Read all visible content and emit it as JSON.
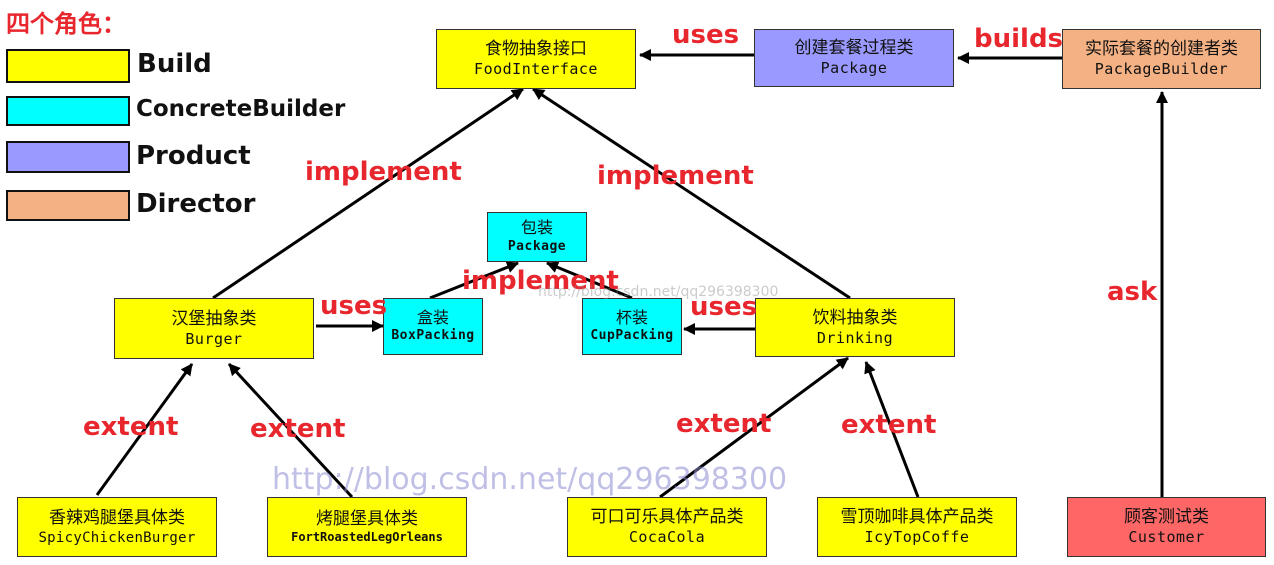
{
  "legend": {
    "title": "四个角色：",
    "items": [
      {
        "label": "Build",
        "color": "#ffff00"
      },
      {
        "label": "ConcreteBuilder",
        "color": "#00ffff"
      },
      {
        "label": "Product",
        "color": "#9999ff"
      },
      {
        "label": "Director",
        "color": "#f4b183"
      }
    ]
  },
  "nodes": {
    "food_interface": {
      "zh": "食物抽象接口",
      "en": "FoodInterface"
    },
    "package_process": {
      "zh": "创建套餐过程类",
      "en": "Package"
    },
    "package_builder": {
      "zh": "实际套餐的创建者类",
      "en": "PackageBuilder"
    },
    "package_wrap": {
      "zh": "包装",
      "en": "Package"
    },
    "burger": {
      "zh": "汉堡抽象类",
      "en": "Burger"
    },
    "box_packing": {
      "zh": "盒装",
      "en": "BoxPacking"
    },
    "cup_packing": {
      "zh": "杯装",
      "en": "CupPacking"
    },
    "drinking": {
      "zh": "饮料抽象类",
      "en": "Drinking"
    },
    "spicy_chicken": {
      "zh": "香辣鸡腿堡具体类",
      "en": "SpicyChickenBurger"
    },
    "fort_roasted": {
      "zh": "烤腿堡具体类",
      "en": "FortRoastedLegOrleans"
    },
    "coca_cola": {
      "zh": "可口可乐具体产品类",
      "en": "CocaCola"
    },
    "icy_top": {
      "zh": "雪顶咖啡具体产品类",
      "en": "IcyTopCoffe"
    },
    "customer": {
      "zh": "顾客测试类",
      "en": "Customer"
    }
  },
  "relations": {
    "uses_top": "uses",
    "builds": "builds",
    "implement_left": "implement",
    "implement_right": "implement",
    "implement_mid": "implement",
    "uses_left": "uses",
    "uses_right": "uses",
    "ask": "ask",
    "extent_1": "extent",
    "extent_2": "extent",
    "extent_3": "extent",
    "extent_4": "extent"
  },
  "watermark": {
    "main": "http://blog.csdn.net/qq296398300",
    "faint": "http://blog.csdn.net/qq296398300"
  }
}
